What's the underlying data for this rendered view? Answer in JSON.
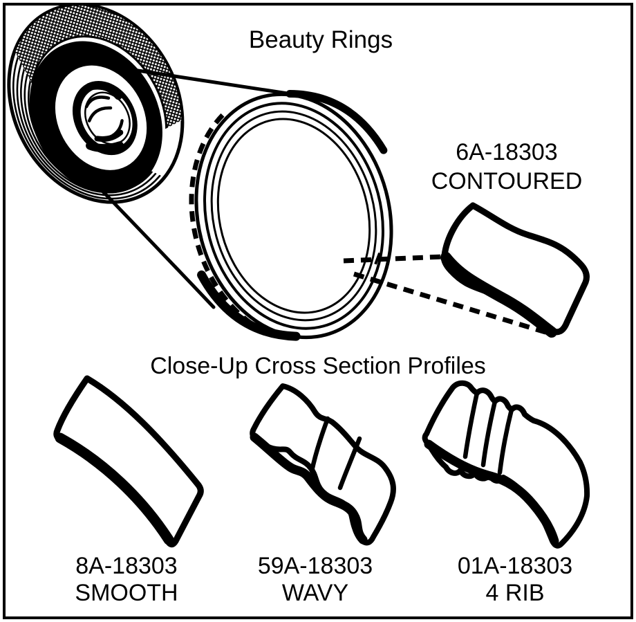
{
  "colors": {
    "ink": "#000000",
    "paper": "#ffffff"
  },
  "title": "Beauty Rings",
  "subtitle": "Close-Up Cross Section Profiles",
  "callout": {
    "part_number": "6A-18303",
    "style_name": "CONTOURED"
  },
  "profiles": [
    {
      "part_number": "8A-18303",
      "style_name": "SMOOTH"
    },
    {
      "part_number": "59A-18303",
      "style_name": "WAVY"
    },
    {
      "part_number": "01A-18303",
      "style_name": "4 RIB"
    }
  ]
}
